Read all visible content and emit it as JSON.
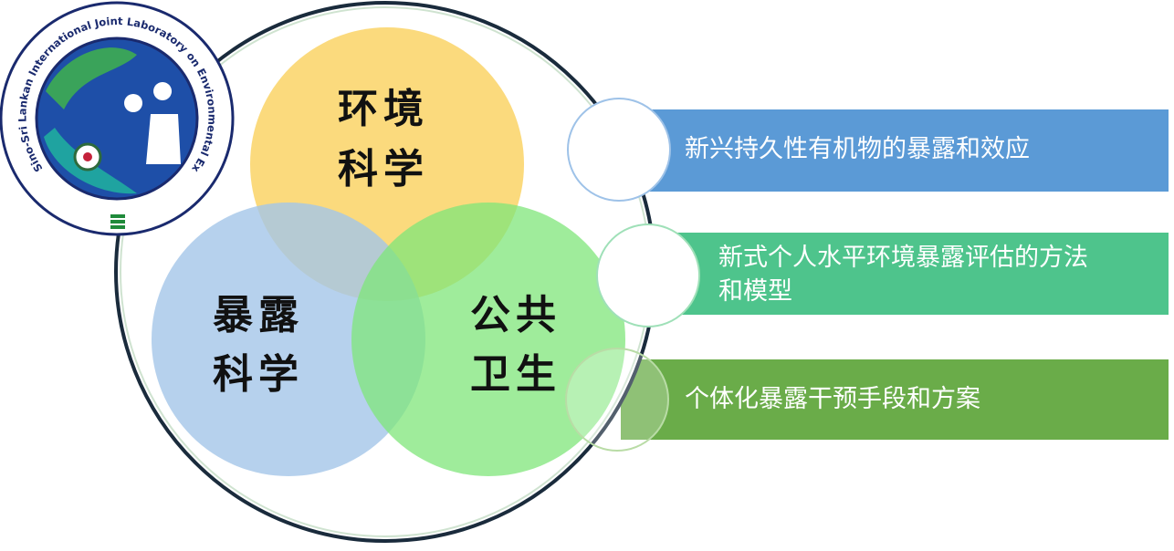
{
  "logo": {
    "ring_text": "Sino-Sri Lankan International Joint Laboratory on Environmental Exposure and Health (ULEEH)"
  },
  "venn": {
    "environment": {
      "line1": "环境",
      "line2": "科学",
      "color": "#fbd66f"
    },
    "exposure": {
      "line1": "暴露",
      "line2": "科学",
      "color": "#a4c5e8"
    },
    "health": {
      "line1": "公共",
      "line2": "卫生",
      "color": "#8ee98a"
    }
  },
  "research_items": [
    {
      "lines": [
        "新兴持久性有机物的暴露和效应"
      ],
      "color": "#5b9ad6"
    },
    {
      "lines": [
        "新式个人水平环境暴露评估的方法",
        "和模型"
      ],
      "color": "#4ec48c"
    },
    {
      "lines": [
        "个体化暴露干预手段和方案"
      ],
      "color": "#6aac49"
    }
  ]
}
